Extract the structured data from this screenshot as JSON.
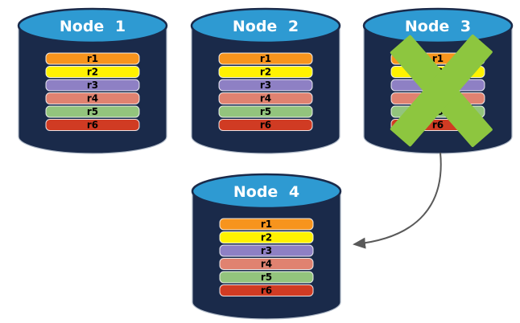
{
  "nodes": [
    {
      "label": "Node 1",
      "failed": false
    },
    {
      "label": "Node 2",
      "failed": false
    },
    {
      "label": "Node 3",
      "failed": true
    },
    {
      "label": "Node 4",
      "failed": false
    }
  ],
  "records": [
    {
      "label": "r1",
      "color": "#F7941D"
    },
    {
      "label": "r2",
      "color": "#FFF200"
    },
    {
      "label": "r3",
      "color": "#8E80C4"
    },
    {
      "label": "r4",
      "color": "#E08270"
    },
    {
      "label": "r5",
      "color": "#93C47D"
    },
    {
      "label": "r6",
      "color": "#D03B23"
    }
  ],
  "colors": {
    "cylinder_body": "#1A2A4A",
    "cylinder_top": "#2E9AD2",
    "fail_x": "#8DC63F",
    "arrow": "#595959",
    "record_label": "#000000",
    "node_label": "#FFFFFF"
  },
  "icons": {
    "failure": "x-mark-icon",
    "transfer": "curved-arrow-icon"
  }
}
